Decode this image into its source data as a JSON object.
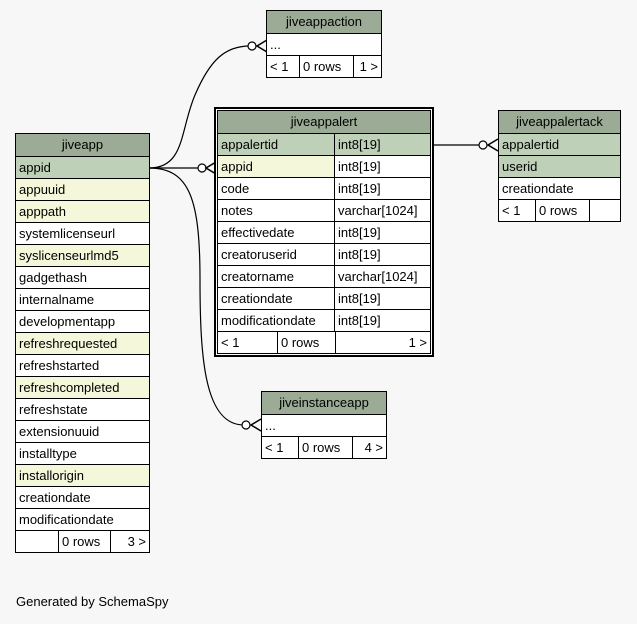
{
  "tables": {
    "jiveappaction": {
      "name": "jiveappaction",
      "rows": [
        "..."
      ],
      "footer": [
        "< 1",
        "0 rows",
        "1 >"
      ]
    },
    "jiveapp": {
      "name": "jiveapp",
      "columns": [
        "appid",
        "appuuid",
        "apppath",
        "systemlicenseurl",
        "syslicenseurlmd5",
        "gadgethash",
        "internalname",
        "developmentapp",
        "refreshrequested",
        "refreshstarted",
        "refreshcompleted",
        "refreshstate",
        "extensionuuid",
        "installtype",
        "installorigin",
        "creationdate",
        "modificationdate"
      ],
      "footer": [
        "",
        "0 rows",
        "3 >"
      ]
    },
    "jiveappalert": {
      "name": "jiveappalert",
      "columns": [
        {
          "name": "appalertid",
          "type": "int8[19]"
        },
        {
          "name": "appid",
          "type": "int8[19]"
        },
        {
          "name": "code",
          "type": "int8[19]"
        },
        {
          "name": "notes",
          "type": "varchar[1024]"
        },
        {
          "name": "effectivedate",
          "type": "int8[19]"
        },
        {
          "name": "creatoruserid",
          "type": "int8[19]"
        },
        {
          "name": "creatorname",
          "type": "varchar[1024]"
        },
        {
          "name": "creationdate",
          "type": "int8[19]"
        },
        {
          "name": "modificationdate",
          "type": "int8[19]"
        }
      ],
      "footer": [
        "< 1",
        "0 rows",
        "1 >"
      ]
    },
    "jiveappalertack": {
      "name": "jiveappalertack",
      "columns": [
        "appalertid",
        "userid",
        "creationdate"
      ],
      "footer": [
        "< 1",
        "0 rows",
        ""
      ]
    },
    "jiveinstanceapp": {
      "name": "jiveinstanceapp",
      "rows": [
        "..."
      ],
      "footer": [
        "< 1",
        "0 rows",
        "4 >"
      ]
    }
  },
  "caption": "Generated by SchemaSpy",
  "colors": {
    "header": "#9bab96",
    "primary_key": "#bed1b8",
    "foreign_key": "#f4f7da",
    "background": "#f7f7f7"
  }
}
